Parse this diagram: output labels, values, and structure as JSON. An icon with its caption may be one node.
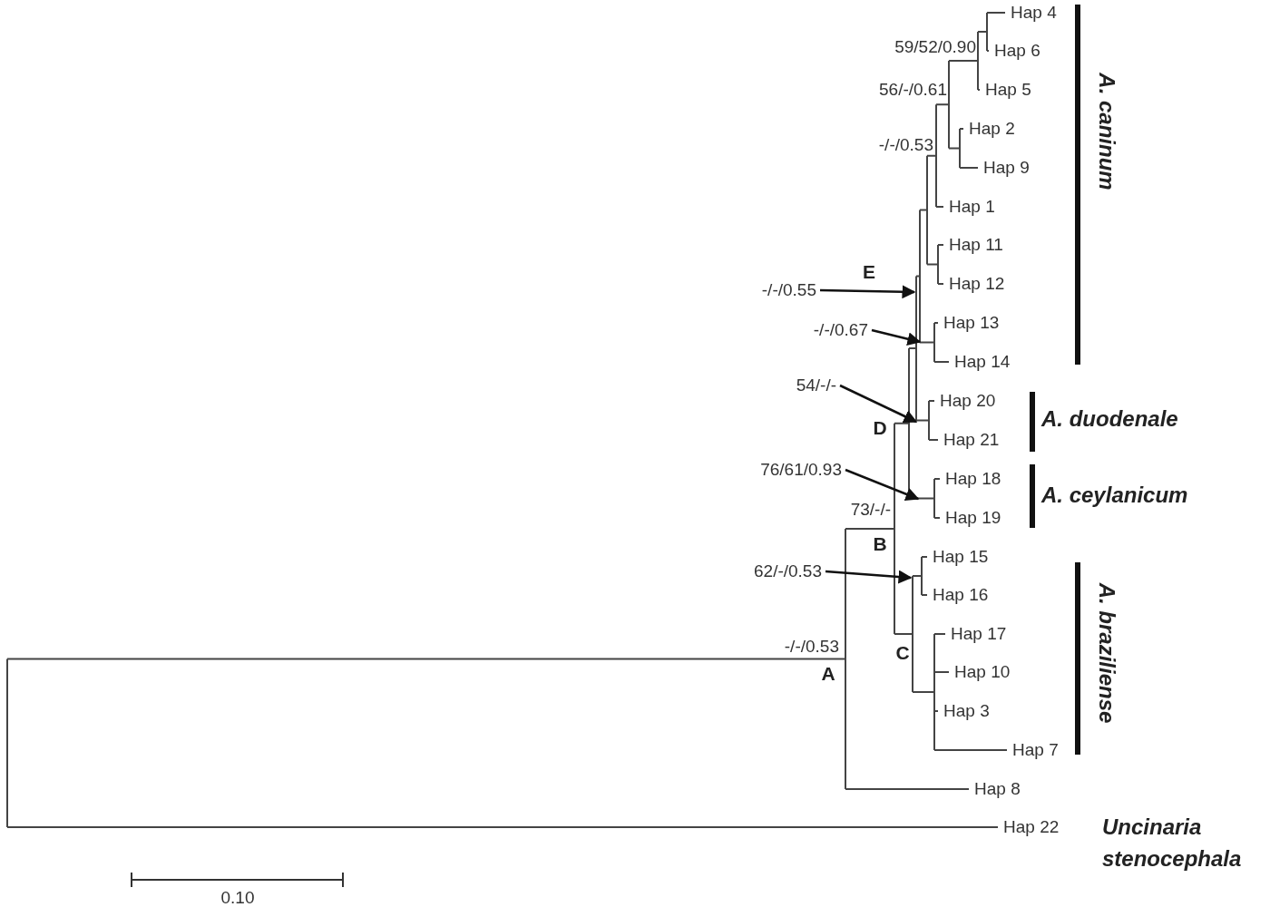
{
  "diagram": {
    "nodes": [
      {
        "text": [
          "-/-/0.55"
        ]
      },
      {
        "text": [
          "-/-/0.67"
        ]
      },
      {
        "text": [
          "54/-/-"
        ]
      },
      {
        "text": [
          "76/61/0.93"
        ]
      },
      {
        "text": [
          "62/-/0.53"
        ]
      }
    ],
    "edges": [
      {
        "from": 0,
        "to": null,
        "arrow": "to"
      },
      {
        "from": 1,
        "to": null,
        "arrow": "to"
      },
      {
        "from": 2,
        "to": null,
        "arrow": "to"
      },
      {
        "from": 3,
        "to": null,
        "arrow": "to"
      },
      {
        "from": 4,
        "to": null,
        "arrow": "to"
      }
    ],
    "labels": [
      "Hap 4",
      "59/52/0.90",
      "Hap 6",
      "56/-/0.61",
      "Hap 5",
      "Hap 2",
      "-/-/0.53",
      "Hap 9",
      "A. caninum",
      "Hap 1",
      "Hap 11",
      "E",
      "Hap 12",
      "Hap 13",
      "Hap 14",
      "Hap 20",
      "A. duodenale",
      "D",
      "Hap 21",
      "Hap 18",
      "A. ceylanicum",
      "73/-/-",
      "Hap 19",
      "B",
      "Hap 15",
      "Hap 16",
      "A. braziliense",
      "Hap 17",
      "-/-/0.53",
      "C",
      "Hap 10",
      "A",
      "Hap 3",
      "Hap 7",
      "Hap 8",
      "Hap 22",
      "Uncinaria stenocephala",
      "0.10"
    ]
  }
}
